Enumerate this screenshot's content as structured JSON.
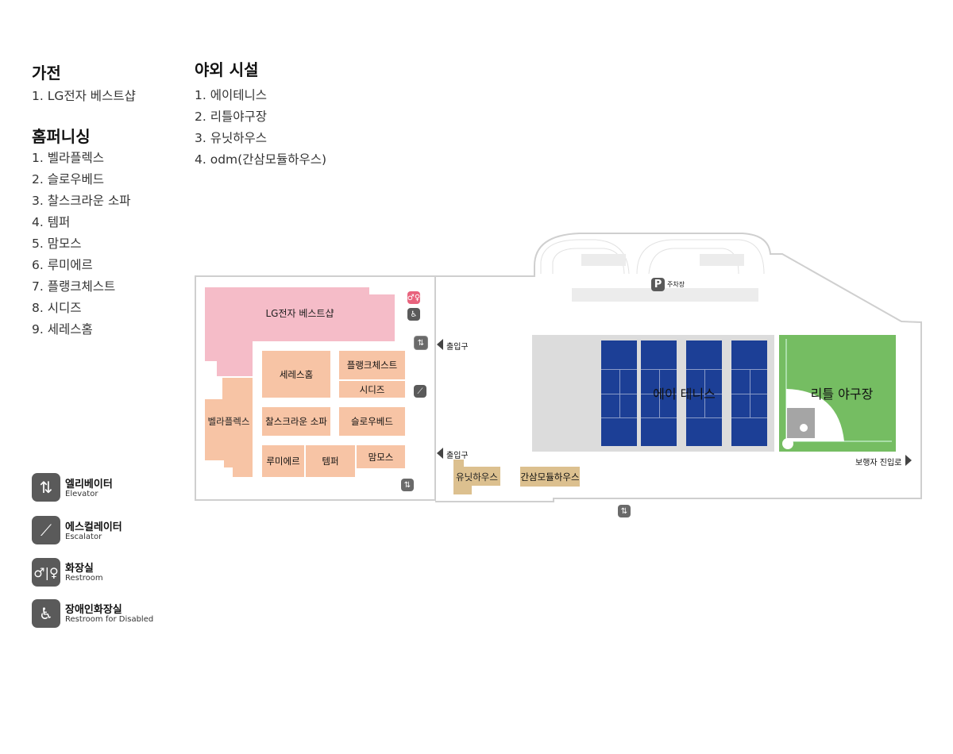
{
  "legend_lists": {
    "appliances": {
      "title": "가전",
      "items": [
        "1. LG전자 베스트샵"
      ]
    },
    "home_furnishing": {
      "title": "홈퍼니싱",
      "items": [
        "1. 벨라플렉스",
        "2. 슬로우베드",
        "3. 찰스크라운 소파",
        "4. 템퍼",
        "5. 맘모스",
        "6. 루미에르",
        "7. 플랭크체스트",
        "8. 시디즈",
        "9. 세레스홈"
      ]
    },
    "outdoor": {
      "title": "야외 시설",
      "items": [
        "1. 에이테니스",
        "2. 리틀야구장",
        "3. 유닛하우스",
        "4. odm(간삼모듈하우스)"
      ]
    }
  },
  "map": {
    "stores": {
      "lg": "LG전자 베스트샵",
      "bella": "벨라플렉스",
      "ceres": "세레스홈",
      "plank": "플랭크체스트",
      "sidiz": "시디즈",
      "charles": "찰스크라운 소파",
      "slow": "슬로우베드",
      "lumiere": "루미에르",
      "tempur": "템퍼",
      "mammoth": "맘모스",
      "unit": "유닛하우스",
      "gansam": "간삼모듈하우스"
    },
    "tennis": "에이 테니스",
    "baseball": "리틀 야구장",
    "parking": "주차장",
    "parking_icon": "P",
    "entrance": "출입구",
    "pedestrian": "보행자 진입로"
  },
  "legend": [
    {
      "icon": "elevator-icon",
      "ko": "엘리베이터",
      "en": "Elevator"
    },
    {
      "icon": "escalator-icon",
      "ko": "에스컬레이터",
      "en": "Escalator"
    },
    {
      "icon": "restroom-icon",
      "ko": "화장실",
      "en": "Restroom"
    },
    {
      "icon": "wheelchair-icon",
      "ko": "장애인화장실",
      "en": "Restroom for Disabled"
    }
  ],
  "colors": {
    "lg": "#f5bcc8",
    "furnishing": "#f7c4a5",
    "outdoor_house": "#dcc08f",
    "tennis_court": "#1c3f96",
    "baseball": "#75bd62",
    "icon": "#5a5a5a",
    "restroom": "#e8637d"
  }
}
